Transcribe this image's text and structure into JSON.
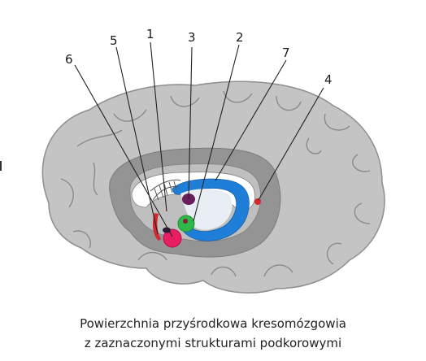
{
  "figure": {
    "labels": [
      "1",
      "2",
      "3",
      "4",
      "5",
      "6",
      "7"
    ],
    "colors": {
      "brain": "#bdbdbd",
      "brain_outline": "#9a9a9a",
      "cingulate": "#8f8f8f",
      "ventricle_light": "#e8eef4",
      "ventricle_blue": "#1f7fd8",
      "structure_red": "#d6262e",
      "structure_magenta": "#e81e63",
      "structure_green": "#2fb84a",
      "structure_purple": "#6a1d5c",
      "structure_dark": "#2a1a3a"
    }
  },
  "caption": {
    "line1": "Powierzchnia przyśrodkowa kresomózgowia",
    "line2": "z zaznaczonymi strukturami podkorowymi"
  }
}
